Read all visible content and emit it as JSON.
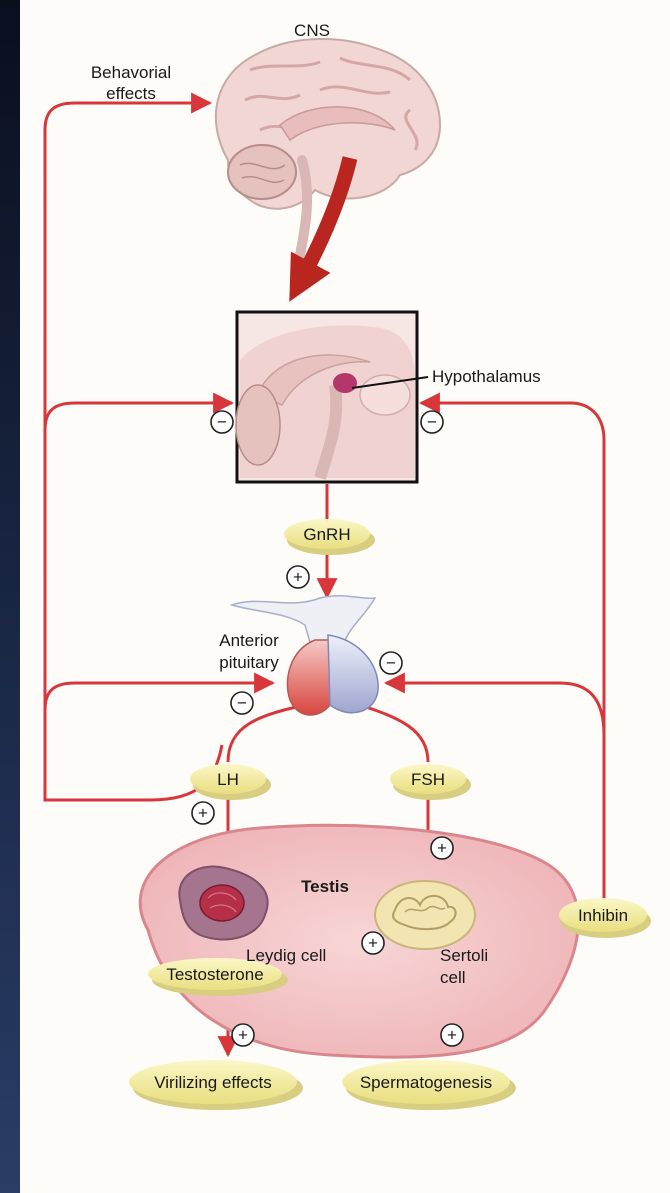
{
  "labels": {
    "cns": "CNS",
    "behavioral_line1": "Behavorial",
    "behavioral_line2": "effects",
    "hypothalamus": "Hypothalamus",
    "gnrh": "GnRH",
    "anterior_line1": "Anterior",
    "anterior_line2": "pituitary",
    "lh": "LH",
    "fsh": "FSH",
    "testis": "Testis",
    "leydig": "Leydig cell",
    "sertoli_line1": "Sertoli",
    "sertoli_line2": "cell",
    "testosterone": "Testosterone",
    "inhibin": "Inhibin",
    "virilizing": "Virilizing effects",
    "spermatogenesis": "Spermatogenesis"
  },
  "symbols": {
    "plus": "+",
    "minus": "−"
  },
  "colors": {
    "arrow": "#d8363b",
    "big_arrow": "#b8261f",
    "pill_fill": "#f4eea3",
    "testis_fill": "#f3c2c4",
    "brain_fill": "#f1d6d4"
  }
}
